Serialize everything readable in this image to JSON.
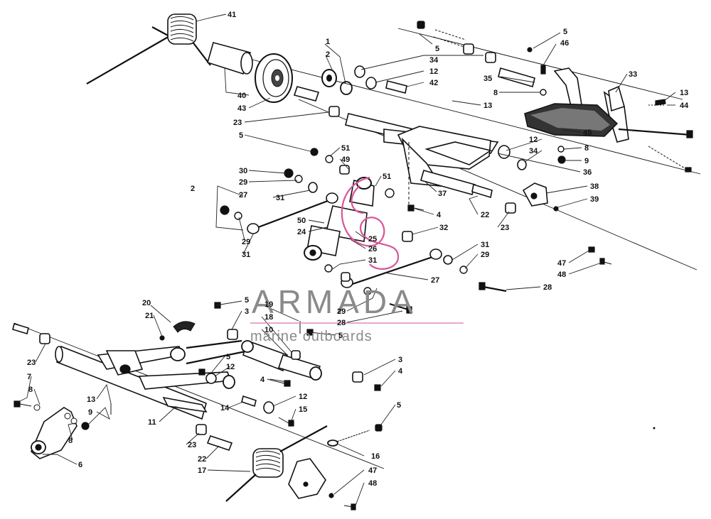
{
  "watermark": {
    "brand": "ARMADA",
    "tagline": "marine outboards",
    "accent": "#d7559a"
  },
  "stray_mark": "2",
  "callouts": [
    {
      "id": "c41",
      "label": "41"
    },
    {
      "id": "c1",
      "label": "1"
    },
    {
      "id": "c2",
      "label": "2"
    },
    {
      "id": "c5a",
      "label": "5"
    },
    {
      "id": "c34a",
      "label": "34"
    },
    {
      "id": "c12a",
      "label": "12"
    },
    {
      "id": "c42",
      "label": "42"
    },
    {
      "id": "c5b",
      "label": "5"
    },
    {
      "id": "c46",
      "label": "46"
    },
    {
      "id": "c35",
      "label": "35"
    },
    {
      "id": "c8a",
      "label": "8"
    },
    {
      "id": "c33",
      "label": "33"
    },
    {
      "id": "c13a",
      "label": "13"
    },
    {
      "id": "c13b",
      "label": "13"
    },
    {
      "id": "c44",
      "label": "44"
    },
    {
      "id": "c40",
      "label": "40"
    },
    {
      "id": "c43",
      "label": "43"
    },
    {
      "id": "c23a",
      "label": "23"
    },
    {
      "id": "c45",
      "label": "45"
    },
    {
      "id": "c5c",
      "label": "5"
    },
    {
      "id": "c51a",
      "label": "51"
    },
    {
      "id": "c49",
      "label": "49"
    },
    {
      "id": "c12b",
      "label": "12"
    },
    {
      "id": "c34b",
      "label": "34"
    },
    {
      "id": "c8b",
      "label": "8"
    },
    {
      "id": "c9a",
      "label": "9"
    },
    {
      "id": "c36",
      "label": "36"
    },
    {
      "id": "c30",
      "label": "30"
    },
    {
      "id": "c29a",
      "label": "29"
    },
    {
      "id": "c27a",
      "label": "27"
    },
    {
      "id": "c31a",
      "label": "31"
    },
    {
      "id": "c51b",
      "label": "51"
    },
    {
      "id": "c37",
      "label": "37"
    },
    {
      "id": "c38",
      "label": "38"
    },
    {
      "id": "c39",
      "label": "39"
    },
    {
      "id": "c4a",
      "label": "4"
    },
    {
      "id": "c22a",
      "label": "22"
    },
    {
      "id": "c50",
      "label": "50"
    },
    {
      "id": "c24",
      "label": "24"
    },
    {
      "id": "c32",
      "label": "32"
    },
    {
      "id": "c23b",
      "label": "23"
    },
    {
      "id": "c29b",
      "label": "29"
    },
    {
      "id": "c31b",
      "label": "31"
    },
    {
      "id": "c25",
      "label": "25"
    },
    {
      "id": "c26",
      "label": "26"
    },
    {
      "id": "c31c",
      "label": "31"
    },
    {
      "id": "c31d",
      "label": "31"
    },
    {
      "id": "c29c",
      "label": "29"
    },
    {
      "id": "c47a",
      "label": "47"
    },
    {
      "id": "c48a",
      "label": "48"
    },
    {
      "id": "c27b",
      "label": "27"
    },
    {
      "id": "c28a",
      "label": "28"
    },
    {
      "id": "c20",
      "label": "20"
    },
    {
      "id": "c21",
      "label": "21"
    },
    {
      "id": "c5d",
      "label": "5"
    },
    {
      "id": "c3a",
      "label": "3"
    },
    {
      "id": "c19",
      "label": "19"
    },
    {
      "id": "c18",
      "label": "18"
    },
    {
      "id": "c10",
      "label": "10"
    },
    {
      "id": "c29d",
      "label": "29"
    },
    {
      "id": "c28b",
      "label": "28"
    },
    {
      "id": "c5e",
      "label": "5"
    },
    {
      "id": "c23c",
      "label": "23"
    },
    {
      "id": "c5f",
      "label": "5"
    },
    {
      "id": "c12c",
      "label": "12"
    },
    {
      "id": "c3b",
      "label": "3"
    },
    {
      "id": "c4b",
      "label": "4"
    },
    {
      "id": "c7",
      "label": "7"
    },
    {
      "id": "c8c",
      "label": "8"
    },
    {
      "id": "c13c",
      "label": "13"
    },
    {
      "id": "c9b",
      "label": "9"
    },
    {
      "id": "c4c",
      "label": "4"
    },
    {
      "id": "c14",
      "label": "14"
    },
    {
      "id": "c12d",
      "label": "12"
    },
    {
      "id": "c15",
      "label": "15"
    },
    {
      "id": "c11",
      "label": "11"
    },
    {
      "id": "c8d",
      "label": "8"
    },
    {
      "id": "c5g",
      "label": "5"
    },
    {
      "id": "c23d",
      "label": "23"
    },
    {
      "id": "c22b",
      "label": "22"
    },
    {
      "id": "c16",
      "label": "16"
    },
    {
      "id": "c6",
      "label": "6"
    },
    {
      "id": "c17",
      "label": "17"
    },
    {
      "id": "c47b",
      "label": "47"
    },
    {
      "id": "c48b",
      "label": "48"
    }
  ]
}
